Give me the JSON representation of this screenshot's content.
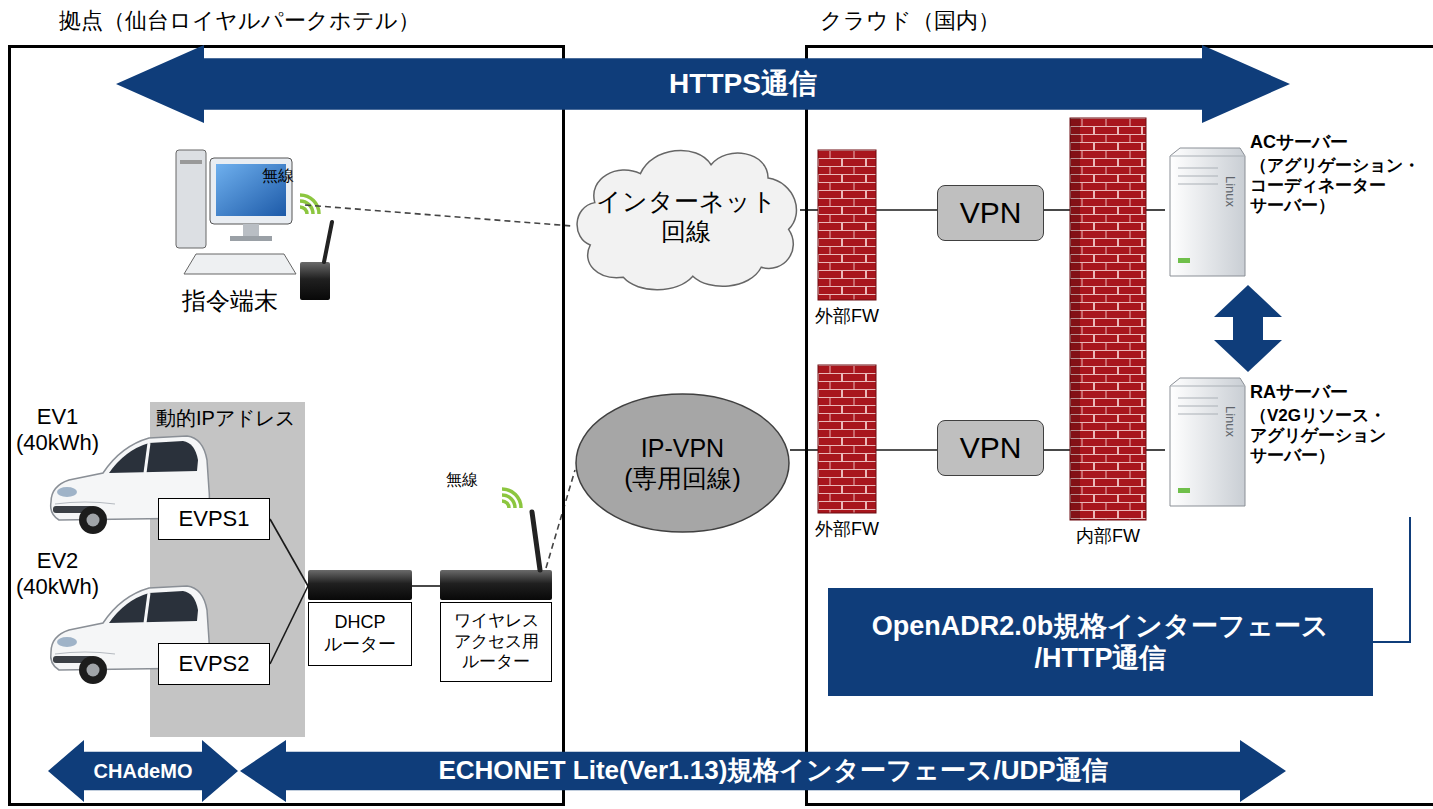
{
  "diagram": {
    "nodes": [
      {
        "text": [
          "拠点（仙台ロイヤルパークホテル）"
        ]
      },
      {
        "text": [
          "クラウド（国内）"
        ]
      },
      {
        "text": [
          "HTTPS通信"
        ]
      },
      {
        "text": [
          "指令端末"
        ],
        "in": 0
      },
      {
        "text": [
          "インターネット 回線"
        ]
      },
      {
        "text": [
          "IP-VPN (専用回線)"
        ]
      },
      {
        "text": [
          "外部FW"
        ],
        "in": 1
      },
      {
        "text": [
          "VPN"
        ],
        "in": 1
      },
      {
        "text": [
          "内部FW"
        ],
        "in": 1
      },
      {
        "text": [
          "ACサーバー",
          "（アグリゲーション・ コーディネーター サーバー）"
        ],
        "in": 1
      },
      {
        "text": [
          "外部FW"
        ],
        "in": 1
      },
      {
        "text": [
          "VPN"
        ],
        "in": 1
      },
      {
        "text": [
          "RAサーバー",
          "（V2Gリソース・ アグリゲーション サーバー）"
        ],
        "in": 1
      },
      {
        "text": [
          "動的IPアドレス"
        ],
        "in": 0
      },
      {
        "text": [
          "EVPS1"
        ],
        "in": 13
      },
      {
        "text": [
          "EVPS2"
        ],
        "in": 13
      },
      {
        "text": [
          "DHCP ルーター"
        ],
        "in": 0
      },
      {
        "text": [
          "ワイヤレス アクセス用 ルーター"
        ],
        "in": 0
      },
      {
        "text": [
          "OpenADR2.0b規格インターフェース /HTTP通信"
        ],
        "in": 1
      },
      {
        "text": [
          "CHAdeMO"
        ],
        "in": 0
      },
      {
        "text": [
          "ECHONET Lite(Ver1.13)規格インターフェース/UDP通信"
        ]
      }
    ],
    "edges": [
      {
        "from": 3,
        "to": 4,
        "arrow": "none"
      },
      {
        "from": 17,
        "to": 5,
        "arrow": "none"
      },
      {
        "from": 4,
        "to": 6,
        "arrow": "none"
      },
      {
        "from": 6,
        "to": 7,
        "arrow": "none"
      },
      {
        "from": 7,
        "to": 8,
        "arrow": "none"
      },
      {
        "from": 8,
        "to": 9,
        "arrow": "none"
      },
      {
        "from": 5,
        "to": 10,
        "arrow": "none"
      },
      {
        "from": 10,
        "to": 11,
        "arrow": "none"
      },
      {
        "from": 11,
        "to": 8,
        "arrow": "none"
      },
      {
        "from": 8,
        "to": 12,
        "arrow": "none"
      },
      {
        "from": 9,
        "to": 12,
        "arrow": "both"
      },
      {
        "from": 14,
        "to": 16,
        "arrow": "none"
      },
      {
        "from": 15,
        "to": 16,
        "arrow": "none"
      },
      {
        "from": 16,
        "to": 17,
        "arrow": "none"
      },
      {
        "from": 12,
        "to": 18,
        "arrow": "none"
      }
    ],
    "labels": [
      "無線",
      "EV1 (40kWh)",
      "EV2 (40kWh)",
      "無線",
      "Linux",
      "Linux"
    ]
  }
}
